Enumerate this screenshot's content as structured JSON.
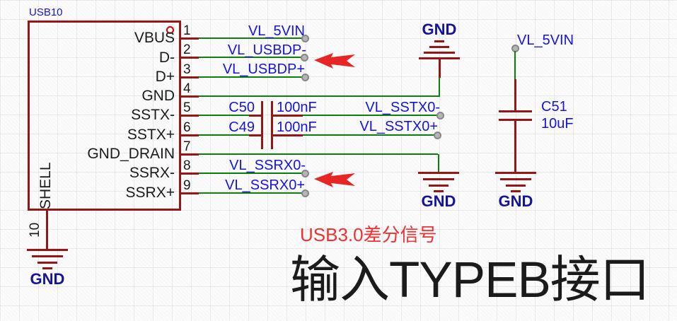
{
  "colors": {
    "red": "#961616",
    "green": "#0d7f10",
    "blue": "#1414dd",
    "navy": "#14149b",
    "note_red": "#ef3030",
    "ink": "#1b1b1b"
  },
  "component": {
    "designator": "USB10",
    "pins": [
      {
        "num": "1",
        "name": "VBUS",
        "net": "VL_5VIN"
      },
      {
        "num": "2",
        "name": "D-",
        "net": "VL_USBDP-"
      },
      {
        "num": "3",
        "name": "D+",
        "net": "VL_USBDP+"
      },
      {
        "num": "4",
        "name": "GND",
        "net": "GND"
      },
      {
        "num": "5",
        "name": "SSTX-",
        "net": "VL_SSTX0-"
      },
      {
        "num": "6",
        "name": "SSTX+",
        "net": "VL_SSTX0+"
      },
      {
        "num": "7",
        "name": "GND_DRAIN",
        "net": "GND"
      },
      {
        "num": "8",
        "name": "SSRX-",
        "net": "VL_SSRX0-"
      },
      {
        "num": "9",
        "name": "SSRX+",
        "net": "VL_SSRX0+"
      },
      {
        "num": "10",
        "name": "SHELL",
        "net": "GND"
      }
    ]
  },
  "capacitors": [
    {
      "ref": "C50",
      "value": "100nF"
    },
    {
      "ref": "C49",
      "value": "100nF"
    },
    {
      "ref": "C51",
      "value": "10uF"
    }
  ],
  "power": {
    "gnd": "GND",
    "vin": "VL_5VIN"
  },
  "annotations": {
    "note": "USB3.0差分信号",
    "title": "输入TYPEB接口"
  }
}
